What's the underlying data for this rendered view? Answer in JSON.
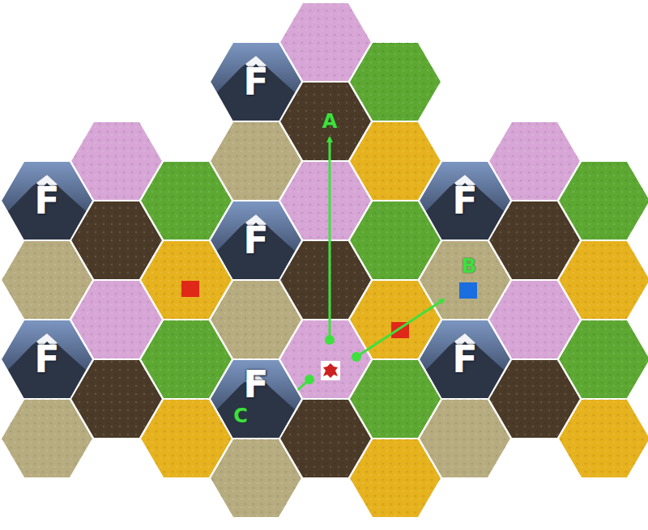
{
  "diagram": {
    "nodes": [
      {
        "text": [
          "F"
        ]
      },
      {
        "text": [
          "F"
        ]
      },
      {
        "text": [
          "F"
        ]
      },
      {
        "text": [
          "F"
        ]
      },
      {
        "text": [
          "F"
        ]
      },
      {
        "text": [
          "F"
        ]
      },
      {
        "text": [
          "F"
        ]
      }
    ],
    "labels": [
      "A",
      "B",
      "C"
    ]
  }
}
